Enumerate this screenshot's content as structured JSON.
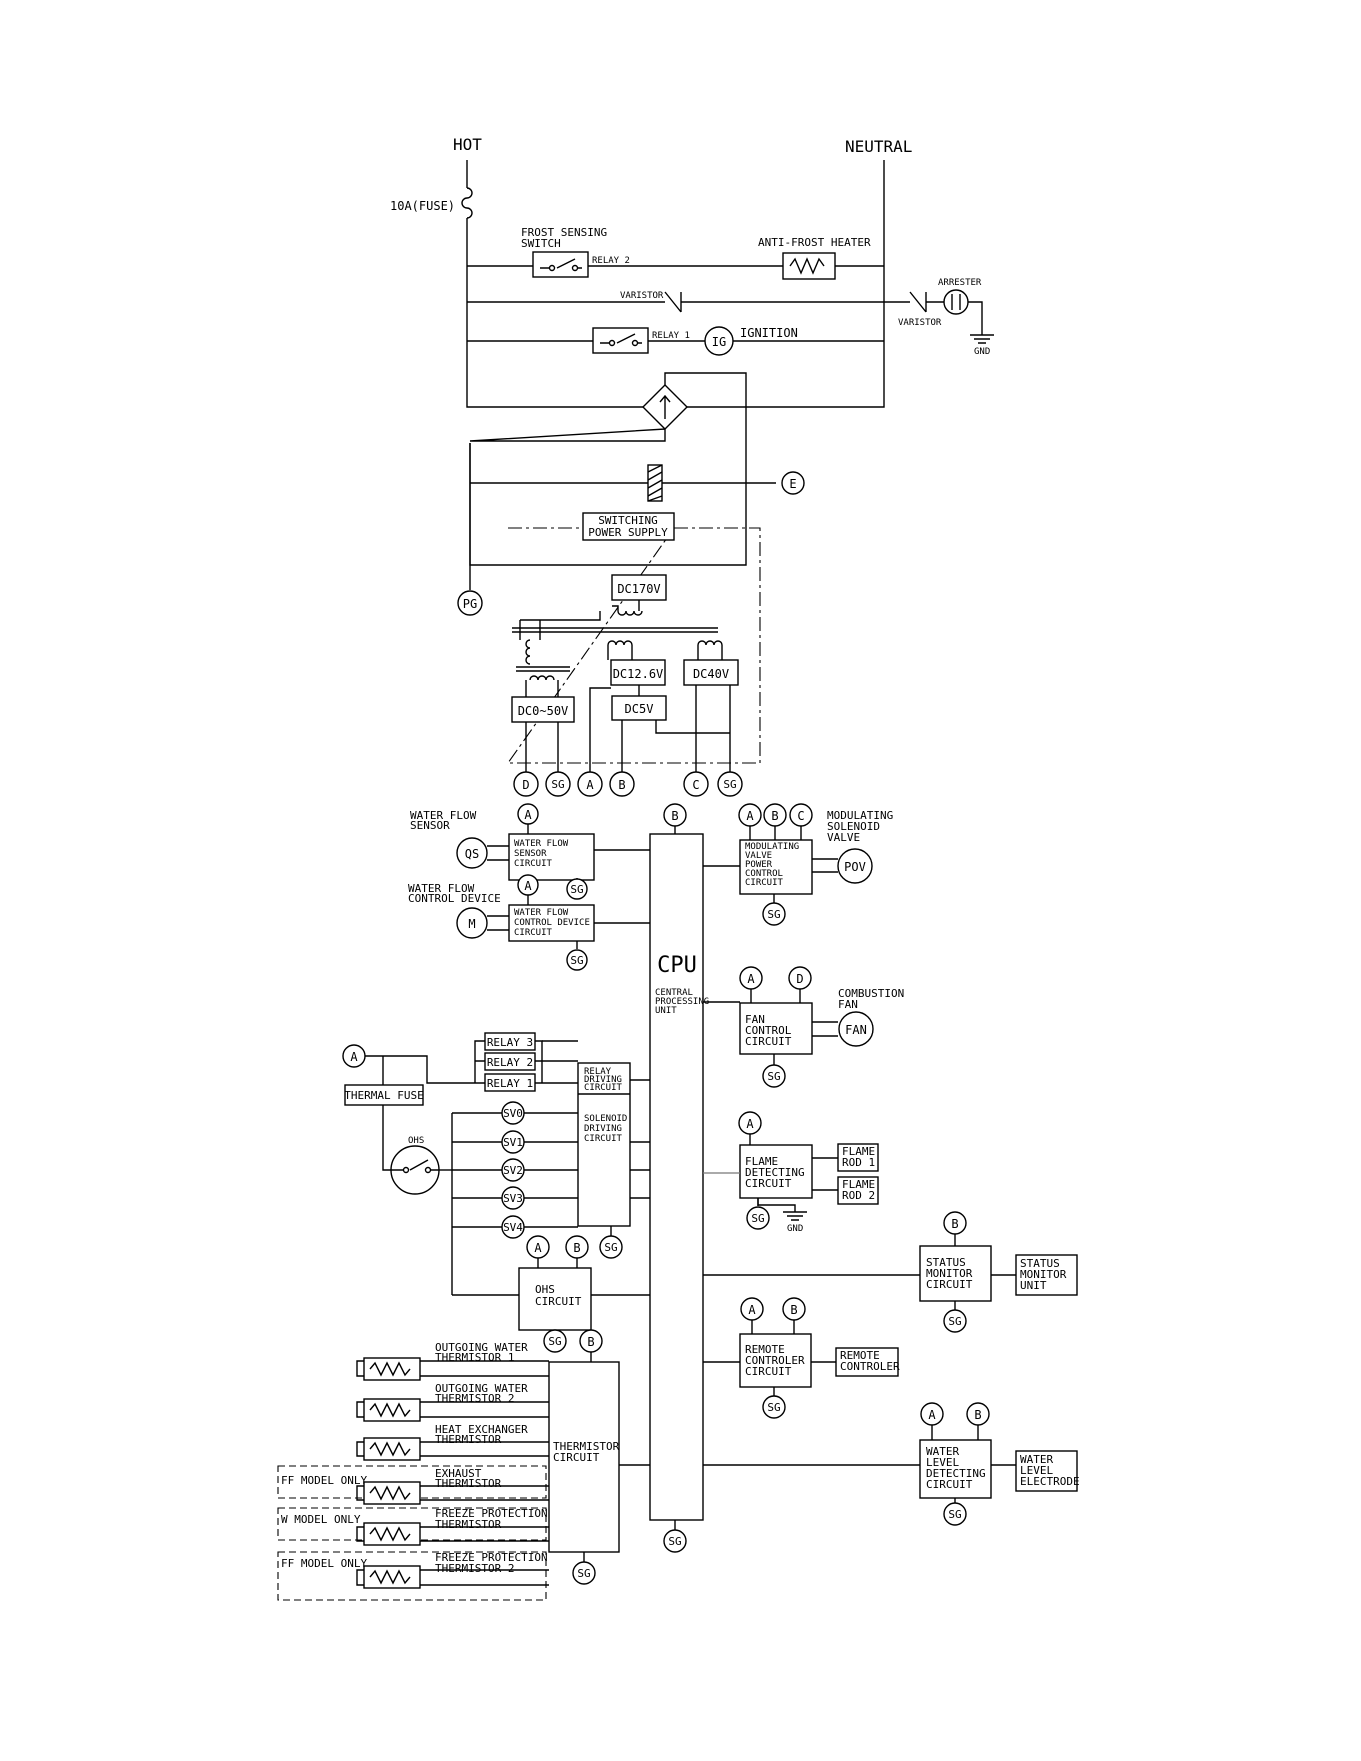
{
  "power": {
    "hot": "HOT",
    "neutral": "NEUTRAL",
    "fuse": "10A(FUSE)",
    "frost_switch": [
      "FROST SENSING",
      "SWITCH"
    ],
    "relay2": "RELAY 2",
    "anti_frost_heater": "ANTI-FROST HEATER",
    "varistor": "VARISTOR",
    "arrester": "ARRESTER",
    "gnd": "GND",
    "relay1": "RELAY 1",
    "ig": "IG",
    "ignition": "IGNITION",
    "e": "E",
    "pg": "PG",
    "switching_power_supply": [
      "SWITCHING",
      "POWER SUPPLY"
    ],
    "dc170": "DC170V",
    "dc126": "DC12.6V",
    "dc40": "DC40V",
    "dc5": "DC5V",
    "dc050": "DC0~50V",
    "terminals": [
      "D",
      "SG",
      "A",
      "B",
      "C",
      "SG"
    ]
  },
  "nodes": {
    "a": "A",
    "b": "B",
    "c": "C",
    "d": "D",
    "sg": "SG"
  },
  "cpu": {
    "label": "CPU",
    "sub": [
      "CENTRAL",
      "PROCESSING",
      "UNIT"
    ]
  },
  "left": {
    "water_flow_sensor": [
      "WATER FLOW",
      "SENSOR"
    ],
    "qs": "QS",
    "wfs_circuit": [
      "WATER FLOW",
      "SENSOR",
      "CIRCUIT"
    ],
    "water_flow_control": [
      "WATER FLOW",
      "CONTROL DEVICE"
    ],
    "m": "M",
    "wfc_circuit": [
      "WATER FLOW",
      "CONTROL DEVICE",
      "CIRCUIT"
    ],
    "relays": [
      "RELAY 3",
      "RELAY 2",
      "RELAY 1"
    ],
    "thermal_fuse": "THERMAL FUSE",
    "ohs": "OHS",
    "relay_driving": [
      "RELAY",
      "DRIVING",
      "CIRCUIT"
    ],
    "solenoid_driving": [
      "SOLENOID",
      "DRIVING",
      "CIRCUIT"
    ],
    "sv": [
      "SV0",
      "SV1",
      "SV2",
      "SV3",
      "SV4"
    ],
    "ohs_circuit": [
      "OHS",
      "CIRCUIT"
    ],
    "thermistor_circuit": [
      "THERMISTOR",
      "CIRCUIT"
    ],
    "thermistors": [
      [
        "OUTGOING WATER",
        "THERMISTOR 1"
      ],
      [
        "OUTGOING WATER",
        "THERMISTOR 2"
      ],
      [
        "HEAT EXCHANGER",
        "THERMISTOR"
      ],
      [
        "EXHAUST",
        "THERMISTOR"
      ],
      [
        "FREEZE PROTECTION",
        "THERMISTOR"
      ],
      [
        "FREEZE PROTECTION",
        "THERMISTOR 2"
      ]
    ],
    "model_notes": [
      "FF MODEL ONLY",
      "W MODEL ONLY",
      "FF MODEL ONLY"
    ]
  },
  "right": {
    "modulating_valve": [
      "MODULATING",
      "SOLENOID",
      "VALVE"
    ],
    "mv_circuit": [
      "MODULATING",
      "VALVE",
      "POWER",
      "CONTROL",
      "CIRCUIT"
    ],
    "pov": "POV",
    "combustion_fan": [
      "COMBUSTION",
      "FAN"
    ],
    "fan_circuit": [
      "FAN",
      "CONTROL",
      "CIRCUIT"
    ],
    "fan": "FAN",
    "flame_circuit": [
      "FLAME",
      "DETECTING",
      "CIRCUIT"
    ],
    "flame_rod1": [
      "FLAME",
      "ROD 1"
    ],
    "flame_rod2": [
      "FLAME",
      "ROD 2"
    ],
    "gnd": "GND",
    "status_circuit": [
      "STATUS",
      "MONITOR",
      "CIRCUIT"
    ],
    "status_unit": [
      "STATUS",
      "MONITOR",
      "UNIT"
    ],
    "remote_circuit": [
      "REMOTE",
      "CONTROLER",
      "CIRCUIT"
    ],
    "remote_unit": [
      "REMOTE",
      "CONTROLER"
    ],
    "water_level_circuit": [
      "WATER",
      "LEVEL",
      "DETECTING",
      "CIRCUIT"
    ],
    "water_level_electrode": [
      "WATER",
      "LEVEL",
      "ELECTRODE"
    ]
  }
}
